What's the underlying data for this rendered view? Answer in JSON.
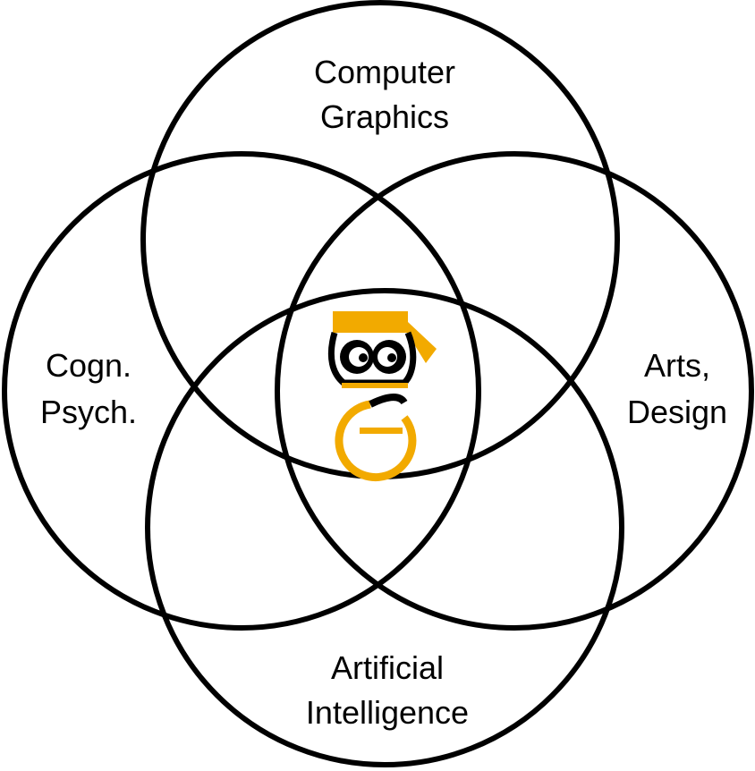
{
  "diagram": {
    "regions": [
      {
        "id": "top",
        "lines": [
          "Computer",
          "Graphics"
        ]
      },
      {
        "id": "left",
        "lines": [
          "Cogn.",
          "Psych."
        ]
      },
      {
        "id": "right",
        "lines": [
          "Arts,",
          "Design"
        ]
      },
      {
        "id": "bottom",
        "lines": [
          "Artificial",
          "Intelligence"
        ]
      }
    ],
    "logo": {
      "icon": "owl-mascot-logo",
      "letter": "G",
      "colors": {
        "accent": "#F2AA00",
        "ink": "#000000"
      }
    },
    "colors": {
      "stroke": "#000000",
      "background": "#FFFFFF"
    }
  }
}
